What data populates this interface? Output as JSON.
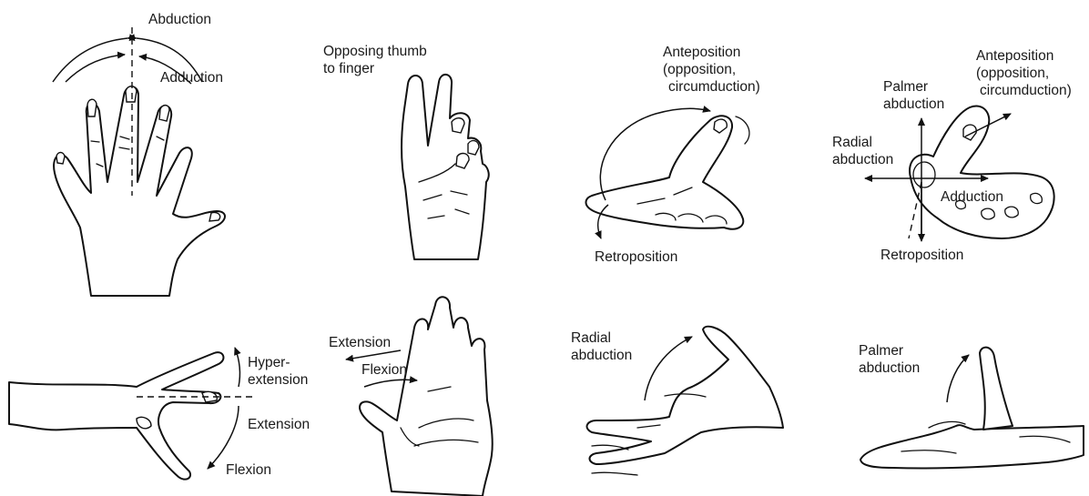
{
  "panels": [
    {
      "id": "finger-abduction",
      "labels": [
        "Abduction",
        "Adduction"
      ]
    },
    {
      "id": "thumb-opposition",
      "labels": [
        "Opposing thumb",
        "to finger"
      ]
    },
    {
      "id": "thumb-anteposition-side",
      "labels": [
        "Anteposition",
        "(opposition,",
        "circumduction)",
        "Retroposition"
      ]
    },
    {
      "id": "thumb-diagram",
      "labels": [
        "Anteposition",
        "(opposition,",
        "circumduction)",
        "Palmer",
        "abduction",
        "Radial",
        "abduction",
        "Adduction",
        "Retroposition"
      ]
    },
    {
      "id": "finger-flexion",
      "labels": [
        "Hyper-",
        "extension",
        "Extension",
        "Flexion"
      ]
    },
    {
      "id": "thumb-extension-flexion",
      "labels": [
        "Extension",
        "Flexion"
      ]
    },
    {
      "id": "radial-abduction",
      "labels": [
        "Radial",
        "abduction"
      ]
    },
    {
      "id": "palmer-abduction",
      "labels": [
        "Palmer",
        "abduction"
      ]
    }
  ],
  "icons": [
    "hand-abduction-icon",
    "hand-opposition-icon",
    "hand-anteposition-icon",
    "thumb-axes-icon",
    "finger-flexion-icon",
    "palm-extension-icon",
    "hand-radial-abduction-icon",
    "hand-palmer-abduction-icon"
  ]
}
